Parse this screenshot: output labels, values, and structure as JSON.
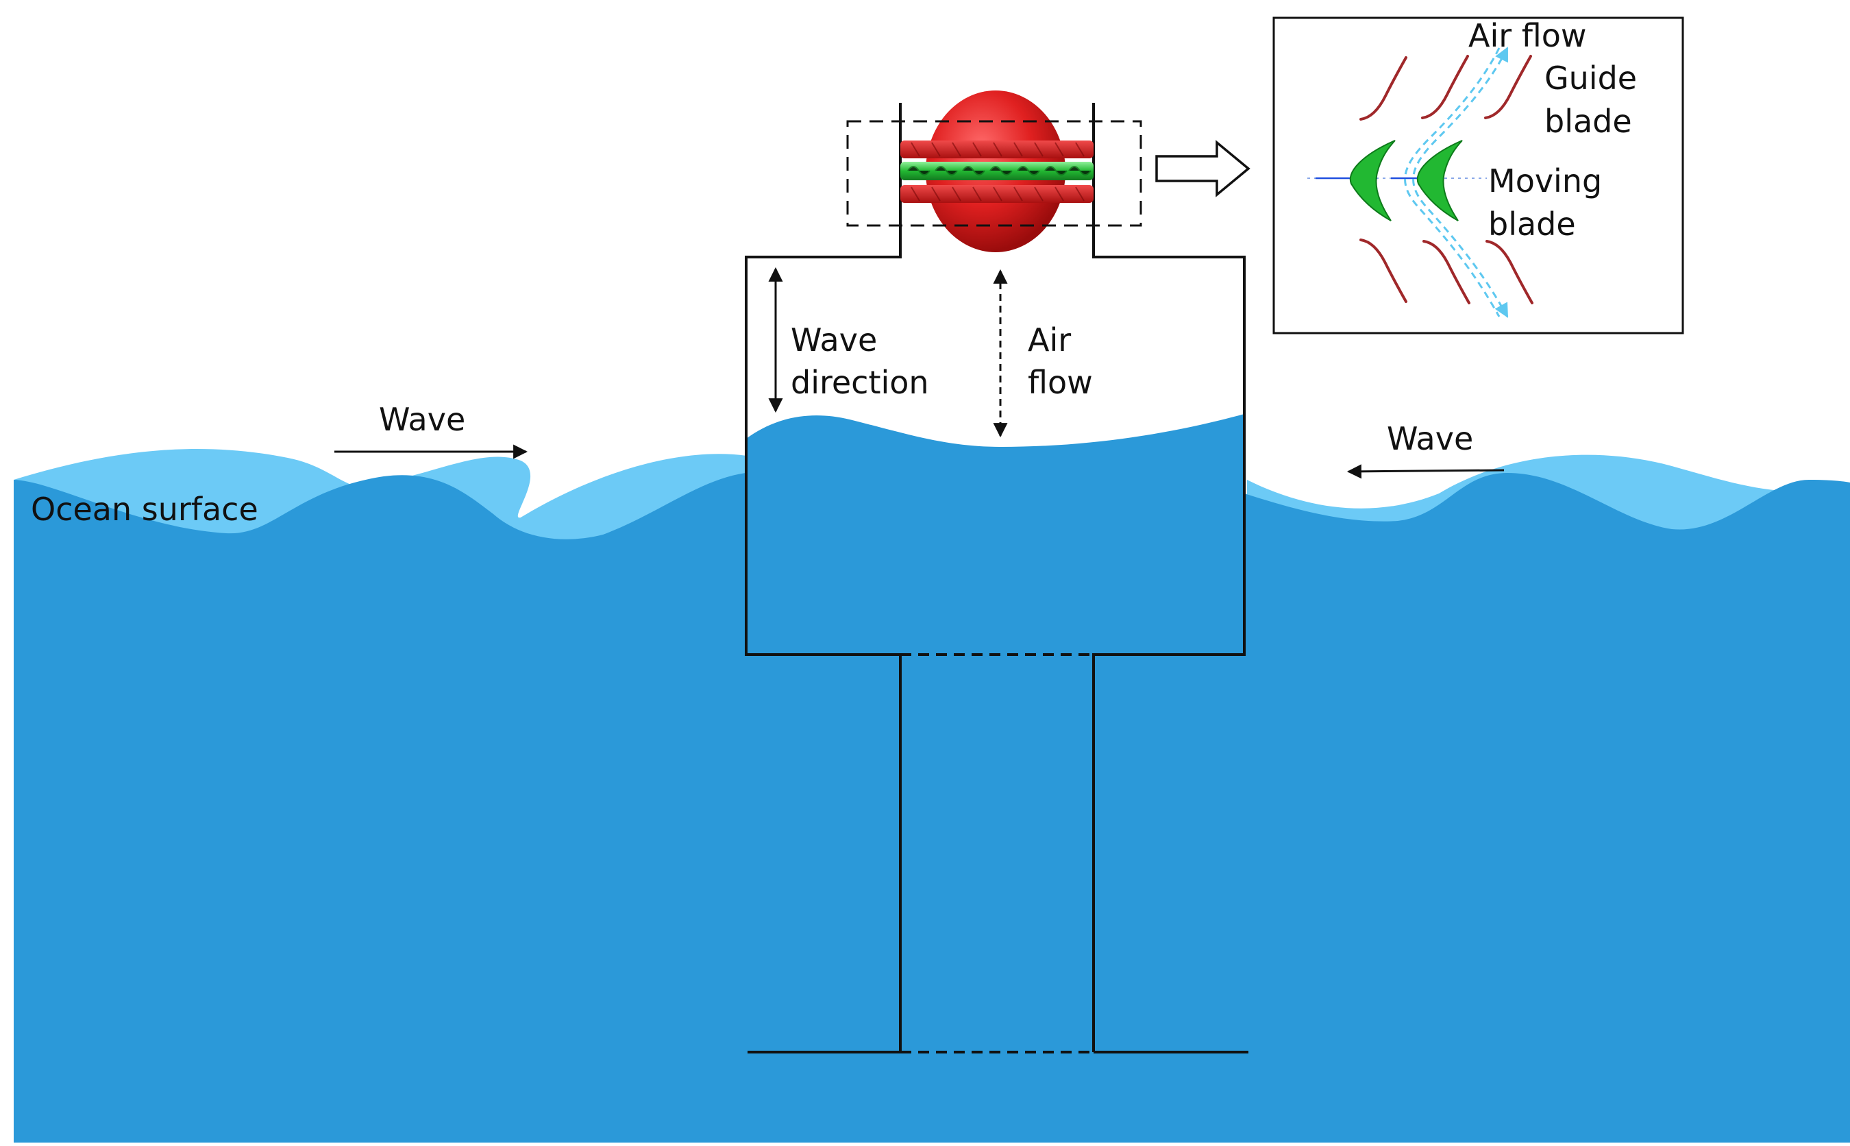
{
  "labels": {
    "wave_left": "Wave",
    "wave_right": "Wave",
    "ocean_surface": "Ocean surface",
    "wave_direction_line1": "Wave",
    "wave_direction_line2": "direction",
    "air_flow_line1": "Air",
    "air_flow_line2": "flow"
  },
  "inset": {
    "air_flow": "Air flow",
    "guide_blade_line1": "Guide",
    "guide_blade_line2": "blade",
    "moving_blade_line1": "Moving",
    "moving_blade_line2": "blade"
  },
  "colors": {
    "ocean": "#2b99d9",
    "wave_light": "#6ccaf6",
    "turbine_red": "#e02020",
    "turbine_red_dark": "#a81010",
    "rotor_green": "#22b832",
    "guide_blade": "#a0282a",
    "airflow_dashed": "#5ec8f0",
    "axis_blue": "#2050e0"
  }
}
